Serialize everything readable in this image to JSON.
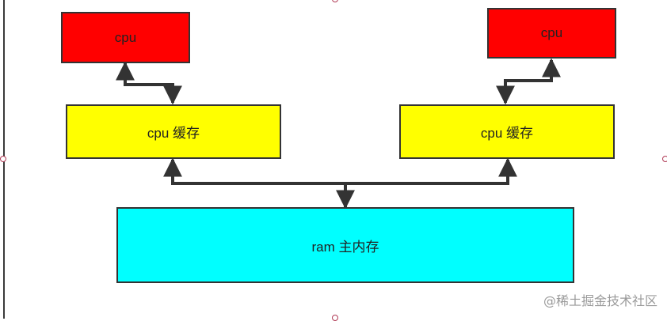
{
  "diagram": {
    "nodes": {
      "cpu_left": {
        "label": "cpu",
        "color": "#ff0000"
      },
      "cpu_right": {
        "label": "cpu",
        "color": "#ff0000"
      },
      "cache_left": {
        "label": "cpu 缓存",
        "color": "#ffff00"
      },
      "cache_right": {
        "label": "cpu 缓存",
        "color": "#ffff00"
      },
      "ram": {
        "label": "ram 主内存",
        "color": "#00ffff"
      }
    },
    "edges": [
      {
        "from": "cpu_left",
        "to": "cache_left",
        "arrows": "both"
      },
      {
        "from": "cpu_right",
        "to": "cache_right",
        "arrows": "both"
      },
      {
        "from": "cache_left",
        "to": "ram",
        "arrows": "both"
      },
      {
        "from": "cache_right",
        "to": "ram",
        "arrows": "both"
      }
    ]
  },
  "watermark": "@稀土掘金技术社区"
}
